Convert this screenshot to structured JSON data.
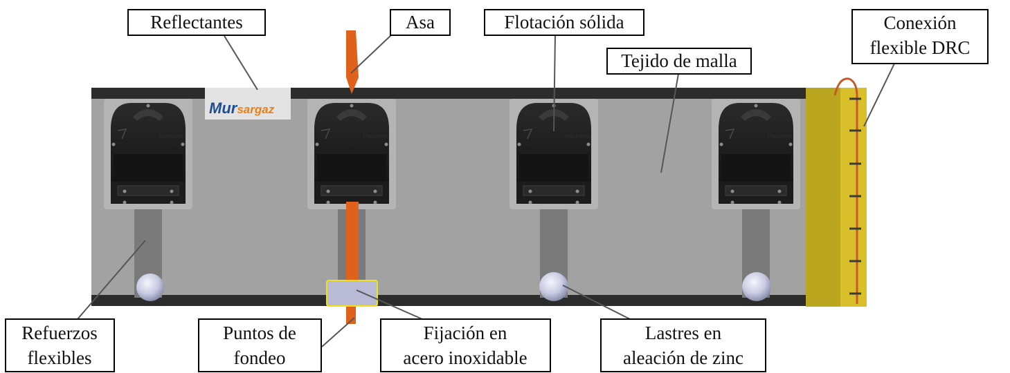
{
  "colors": {
    "background": "#ffffff",
    "mesh": "#a2a2a2",
    "mesh_panel": "#b4b4b4",
    "border_band": "#2c2c2c",
    "float_body": "#1f1f1f",
    "reinforcement": "#7a7a7a",
    "handle": "#e0621a",
    "connector": "#d9c02a",
    "connector_dark": "#a39018",
    "ballast": "#c8cbe2",
    "fixing_plate": "#b9bbd6",
    "fixing_border": "#f0e21a",
    "brand_blue": "#1d4f8f",
    "brand_orange": "#e8811a"
  },
  "brand": {
    "part1": "Mur",
    "part2": "sargaz"
  },
  "float_marking": "Markleen",
  "labels": {
    "reflectantes": "Reflectantes",
    "asa": "Asa",
    "flotacion": "Flotación sólida",
    "tejido": "Tejido de malla",
    "conexion": [
      "Conexión",
      "flexible DRC"
    ],
    "refuerzos": [
      "Refuerzos",
      "flexibles"
    ],
    "puntos": [
      "Puntos de",
      "fondeo"
    ],
    "fijacion": [
      "Fijación en",
      "acero inoxidable"
    ],
    "lastres": [
      "Lastres en",
      "aleación de zinc"
    ]
  }
}
